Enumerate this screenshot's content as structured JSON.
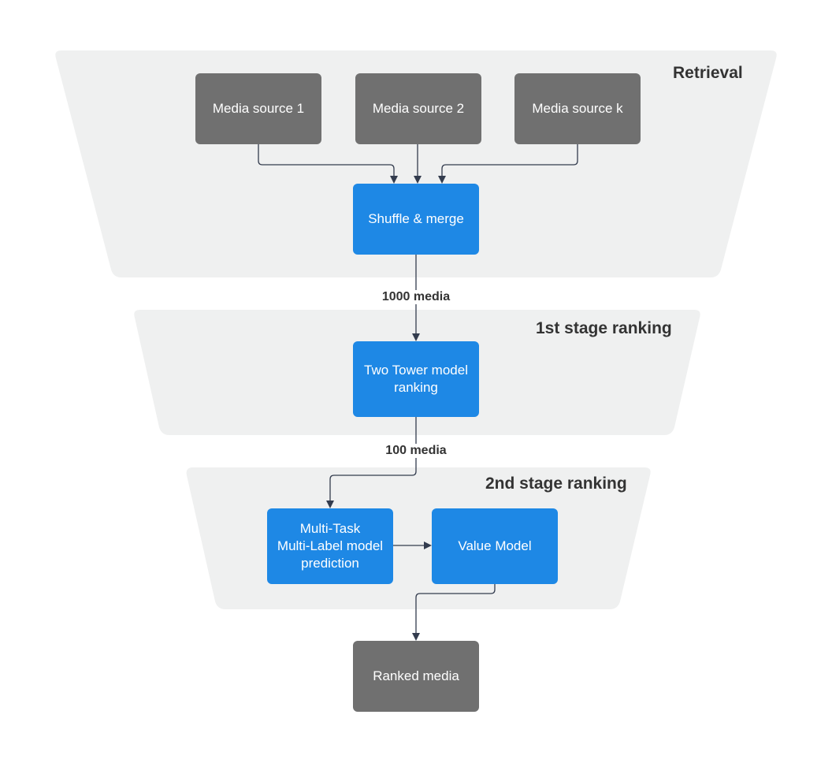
{
  "colors": {
    "stage_fill": "#eff0f0",
    "source_node": "#707070",
    "process_node": "#1e88e5",
    "connector": "#333c4e",
    "label_text": "#333333"
  },
  "stages": [
    {
      "id": "retrieval",
      "title": "Retrieval"
    },
    {
      "id": "first-stage",
      "title": "1st stage ranking"
    },
    {
      "id": "second-stage",
      "title": "2nd stage ranking"
    }
  ],
  "nodes": {
    "media_source_1": {
      "label": "Media source 1"
    },
    "media_source_2": {
      "label": "Media source 2"
    },
    "media_source_k": {
      "label": "Media source k"
    },
    "shuffle_merge": {
      "label": "Shuffle & merge"
    },
    "two_tower": {
      "line1": "Two Tower model",
      "line2": "ranking"
    },
    "multi_task": {
      "line1": "Multi-Task",
      "line2": "Multi-Label model",
      "line3": "prediction"
    },
    "value_model": {
      "label": "Value Model"
    },
    "ranked_media": {
      "label": "Ranked media"
    }
  },
  "edge_labels": {
    "after_retrieval": "1000 media",
    "after_first_stage": "100 media"
  }
}
